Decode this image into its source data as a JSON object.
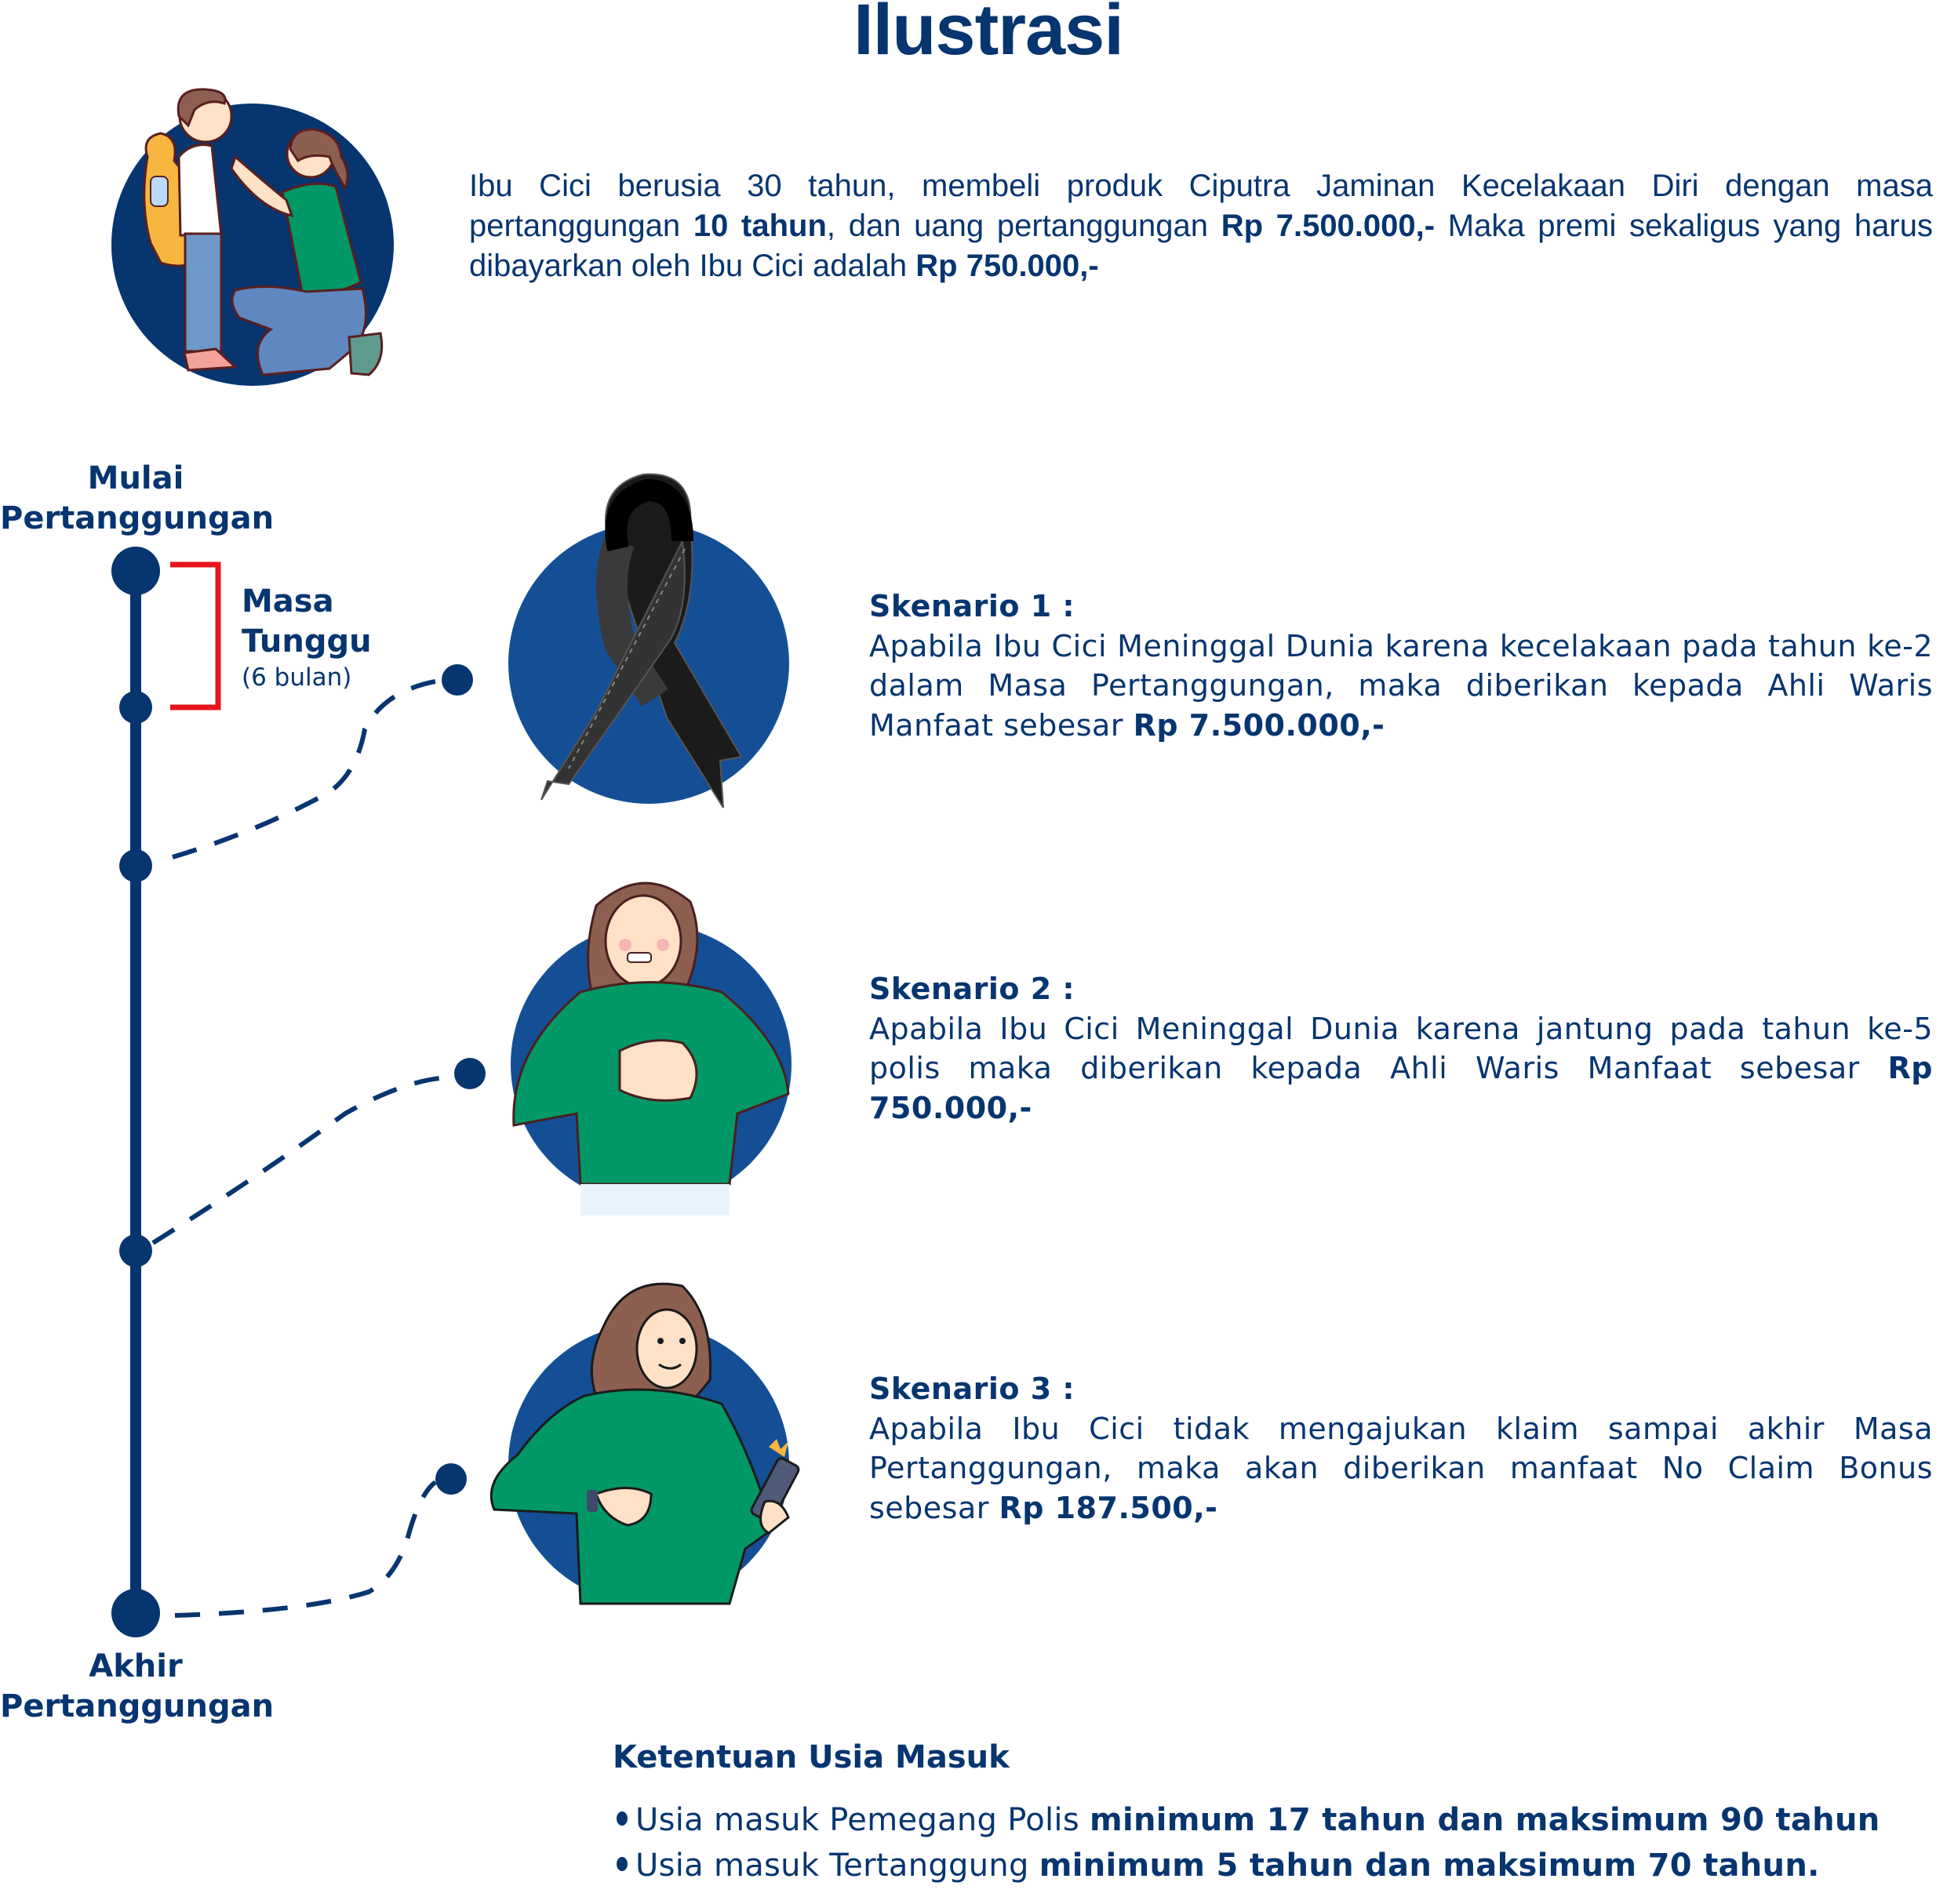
{
  "title": "Ilustrasi",
  "colors": {
    "navy": "#063570",
    "circle_blue": "#144f96",
    "bracket_red": "#e8141b",
    "shirt_green": "#009866"
  },
  "intro": {
    "part1": "Ibu Cici berusia 30 tahun, membeli produk Ciputra Jaminan Kecelakaan Diri dengan masa pertanggungan ",
    "term": "10 tahun",
    "part2": ", dan uang pertanggungan ",
    "sum_insured": "Rp 7.500.000,-",
    "part3": " Maka premi sekaligus yang harus dibayarkan oleh Ibu Cici adalah ",
    "premium": "Rp 750.000,-"
  },
  "timeline": {
    "start_line1": "Mulai",
    "start_line2": "Pertanggungan",
    "end_line1": "Akhir",
    "end_line2": "Pertanggungan",
    "waiting_line1": "Masa",
    "waiting_line2": "Tunggu",
    "waiting_duration": "(6 bulan)"
  },
  "illustrations": [
    {
      "icon": "parent-child-illustration"
    },
    {
      "icon": "black-ribbon-icon"
    },
    {
      "icon": "woman-heart-pain-illustration"
    },
    {
      "icon": "woman-checking-watch-phone-illustration"
    }
  ],
  "scenarios": [
    {
      "title": "Skenario 1 :",
      "text": "Apabila Ibu Cici Meninggal Dunia karena kecelakaan pada tahun ke-2 dalam Masa Pertanggungan, maka diberikan kepada Ahli Waris Manfaat sebesar ",
      "amount": "Rp 7.500.000,-"
    },
    {
      "title": "Skenario 2 :",
      "text": "Apabila Ibu Cici Meninggal Dunia karena jantung pada tahun ke-5 polis maka diberikan kepada Ahli Waris Manfaat sebesar ",
      "amount": "Rp 750.000,-"
    },
    {
      "title": "Skenario 3 :",
      "text": "Apabila Ibu Cici tidak mengajukan klaim sampai akhir Masa Pertanggungan, maka akan diberikan manfaat No Claim Bonus sebesar ",
      "amount": "Rp 187.500,-"
    }
  ],
  "entry_age": {
    "heading": "Ketentuan Usia Masuk",
    "items": [
      {
        "label": "Usia masuk Pemegang Polis ",
        "value": "minimum 17 tahun  dan maksimum 90 tahun"
      },
      {
        "label": "Usia masuk Tertanggung ",
        "value": "minimum 5 tahun dan maksimum 70 tahun."
      }
    ]
  }
}
